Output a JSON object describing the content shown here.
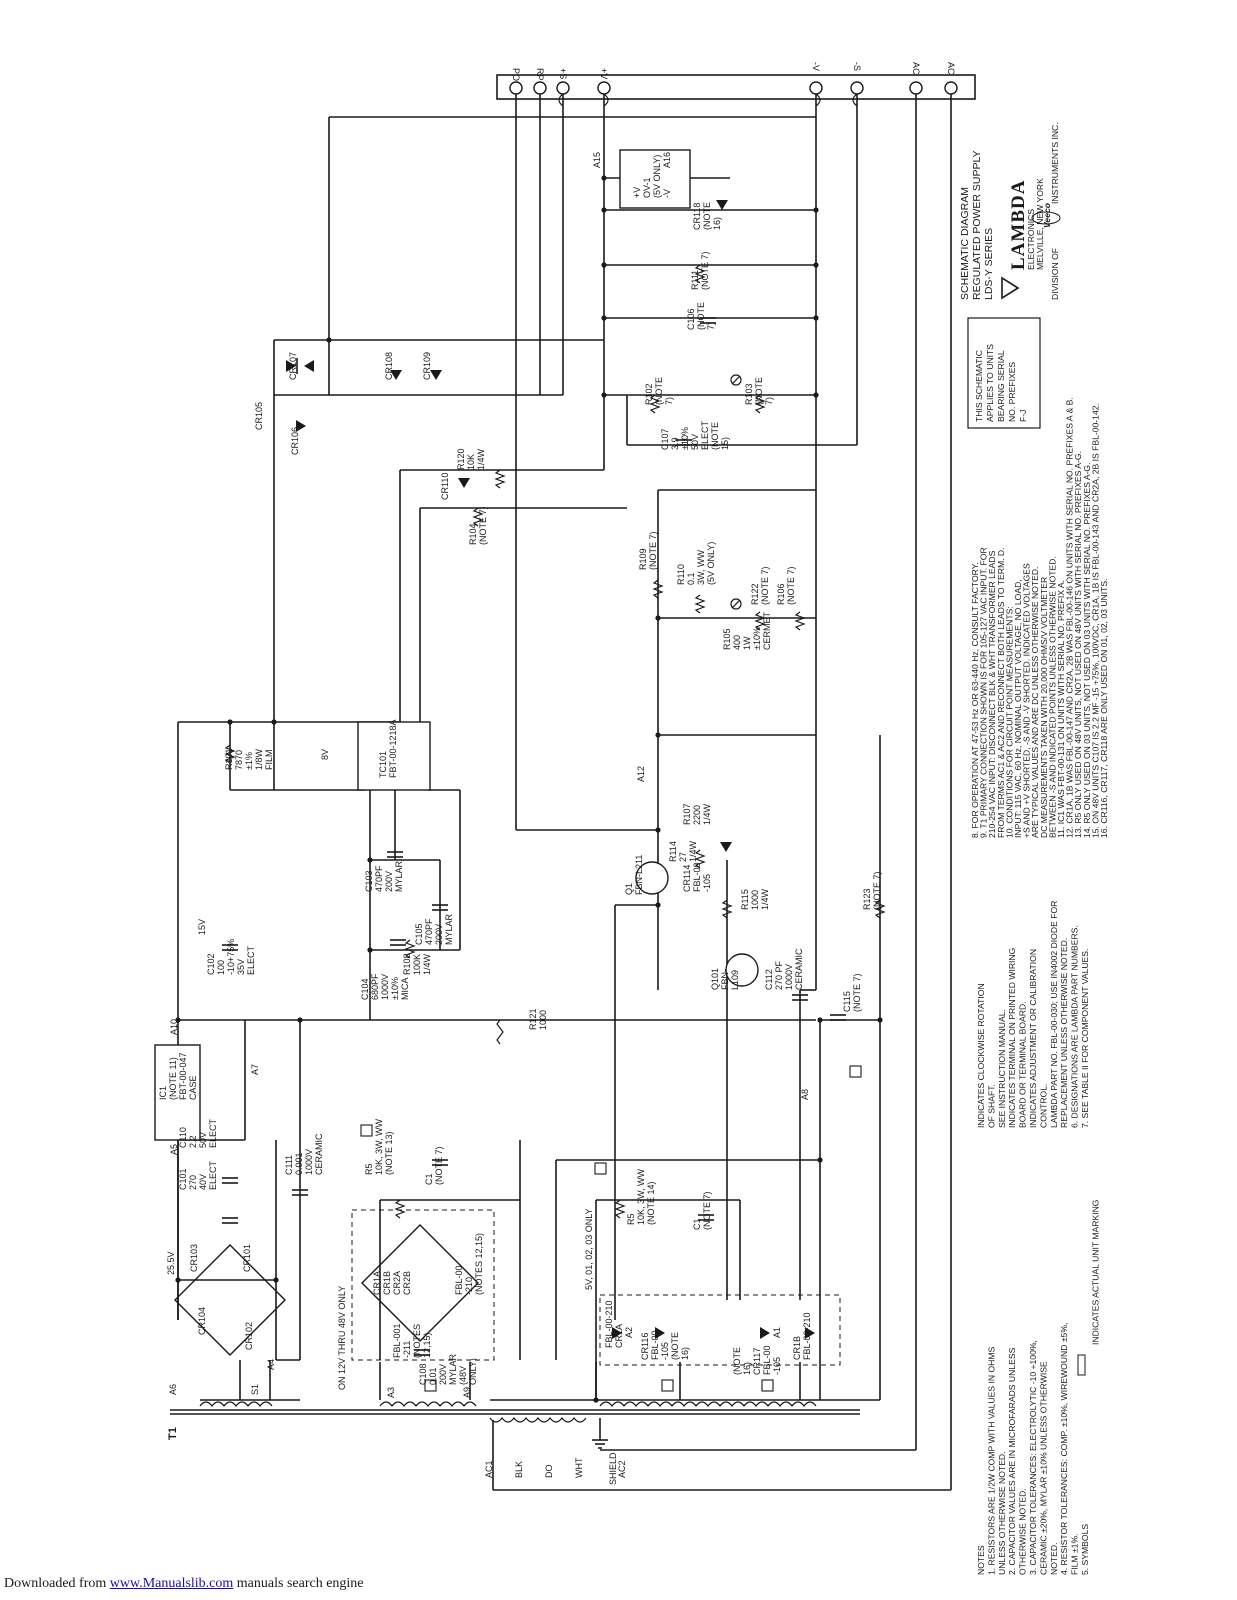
{
  "terminal_strip": {
    "labels": [
      "PO",
      "RP",
      "+S",
      "+V",
      "-V",
      "-S",
      "AC",
      "AC"
    ]
  },
  "ground_label": "SHIELD",
  "transformer": {
    "designator": "T1",
    "leads": [
      "AC1",
      "BLK",
      "DO",
      "WHT",
      "AC2"
    ],
    "tap_labels": [
      "A6",
      "S1",
      "A4"
    ]
  },
  "section_labels": {
    "mid_range": "ON 12V THRU 48V ONLY",
    "low_range": "5V, 01, 02, 03 ONLY"
  },
  "voltages": [
    "25.5V",
    "15V",
    "8V"
  ],
  "components": [
    {
      "id": "cr103",
      "lines": [
        "CR103"
      ]
    },
    {
      "id": "cr101",
      "lines": [
        "CR101"
      ]
    },
    {
      "id": "cr104",
      "lines": [
        "CR104"
      ]
    },
    {
      "id": "cr102",
      "lines": [
        "CR102"
      ]
    },
    {
      "id": "c101",
      "lines": [
        "C101",
        "270",
        "40V",
        "ELECT"
      ]
    },
    {
      "id": "c110",
      "lines": [
        "C110",
        "2.2",
        "50V",
        "ELECT"
      ]
    },
    {
      "id": "c111",
      "lines": [
        "C111",
        "0.001",
        "1000V",
        "CERAMIC"
      ]
    },
    {
      "id": "ic1",
      "lines": [
        "IC1",
        "(NOTE 11)",
        "FBT-00-047",
        "CASE"
      ]
    },
    {
      "id": "a5",
      "lines": [
        "A5"
      ]
    },
    {
      "id": "a7",
      "lines": [
        "A7"
      ]
    },
    {
      "id": "a10",
      "lines": [
        "A10"
      ]
    },
    {
      "id": "c102",
      "lines": [
        "C102",
        "100",
        "-10+75%",
        "35V",
        "ELECT"
      ]
    },
    {
      "id": "c104",
      "lines": [
        "C104",
        "680PF",
        "1000V",
        "±10%",
        "MICA"
      ]
    },
    {
      "id": "r108",
      "lines": [
        "R108",
        "100K",
        "1/4W"
      ]
    },
    {
      "id": "c103",
      "lines": [
        "C103",
        "470PF",
        "200V",
        "MYLAR"
      ]
    },
    {
      "id": "c105",
      "lines": [
        "C105",
        "470PF",
        "200V",
        "MYLAR"
      ]
    },
    {
      "id": "r101",
      "lines": [
        "R101",
        "7870",
        "±1%",
        "1/8W",
        "FILM"
      ]
    },
    {
      "id": "tc101",
      "lines": [
        "TC101",
        "FBT-00-1218A"
      ]
    },
    {
      "id": "q1",
      "lines": [
        "Q1",
        "FBN-L211"
      ]
    },
    {
      "id": "q101",
      "lines": [
        "Q101",
        "FBN-",
        "L109"
      ]
    },
    {
      "id": "cr114",
      "lines": [
        "CR114",
        "FBL-00",
        "-105"
      ]
    },
    {
      "id": "r114",
      "lines": [
        "R114",
        "27",
        "1/4W"
      ]
    },
    {
      "id": "r115",
      "lines": [
        "R115",
        "1000",
        "1/4W"
      ]
    },
    {
      "id": "r107",
      "lines": [
        "R107",
        "2200",
        "1/4W"
      ]
    },
    {
      "id": "a12",
      "lines": [
        "A12"
      ]
    },
    {
      "id": "c112",
      "lines": [
        "C112",
        "270 PF",
        "1000V",
        "CERAMIC"
      ]
    },
    {
      "id": "r121",
      "lines": [
        "R121",
        "1000"
      ]
    },
    {
      "id": "c115",
      "lines": [
        "C115",
        "(NOTE 7)"
      ]
    },
    {
      "id": "r123",
      "lines": [
        "R123",
        "(NOTE 7)"
      ]
    },
    {
      "id": "a8",
      "lines": [
        "A8"
      ]
    },
    {
      "id": "r109",
      "lines": [
        "R109",
        "(NOTE 7)"
      ]
    },
    {
      "id": "r110",
      "lines": [
        "R110",
        "0.1",
        "3W, WW",
        "(5V ONLY)"
      ]
    },
    {
      "id": "r105",
      "lines": [
        "R105",
        "400",
        "1W",
        "±10%",
        "CERMET"
      ]
    },
    {
      "id": "r122",
      "lines": [
        "R122",
        "(NOTE 7)"
      ]
    },
    {
      "id": "r106",
      "lines": [
        "R106",
        "(NOTE 7)"
      ]
    },
    {
      "id": "r104",
      "lines": [
        "R104",
        "(NOTE 7)"
      ]
    },
    {
      "id": "cr110",
      "lines": [
        "CR110"
      ]
    },
    {
      "id": "r120",
      "lines": [
        "R120",
        "10K",
        "1/4W"
      ]
    },
    {
      "id": "c107",
      "lines": [
        "C107",
        "3.9",
        "±10%",
        "50V",
        "ELECT",
        "(NOTE",
        "15)"
      ]
    },
    {
      "id": "r102",
      "lines": [
        "R102",
        "(NOTE",
        "7)"
      ]
    },
    {
      "id": "r103",
      "lines": [
        "R103",
        "(NOTE",
        "7)"
      ]
    },
    {
      "id": "cr106",
      "lines": [
        "CR106"
      ]
    },
    {
      "id": "cr105",
      "lines": [
        "CR105"
      ]
    },
    {
      "id": "cr107",
      "lines": [
        "CR107"
      ]
    },
    {
      "id": "cr108",
      "lines": [
        "CR108"
      ]
    },
    {
      "id": "cr109",
      "lines": [
        "CR109"
      ]
    },
    {
      "id": "c106",
      "lines": [
        "C106",
        "(NOTE",
        "7)"
      ]
    },
    {
      "id": "r111",
      "lines": [
        "R111",
        "(NOTE 7)"
      ]
    },
    {
      "id": "cr118top",
      "lines": [
        "CR118",
        "(NOTE",
        "16)"
      ]
    },
    {
      "id": "a15",
      "lines": [
        "A15"
      ]
    },
    {
      "id": "a16",
      "lines": [
        "A16"
      ]
    },
    {
      "id": "ov1",
      "lines": [
        "+V",
        "OV-1",
        "(5V ONLY)",
        "-V"
      ]
    },
    {
      "id": "r5a",
      "lines": [
        "R5",
        "10K, 3W, WW",
        "(NOTE 13)"
      ]
    },
    {
      "id": "c1a",
      "lines": [
        "C1",
        "(NOTE 7)"
      ]
    },
    {
      "id": "bridge",
      "lines": [
        "CR1A",
        "CR1B",
        "CR2A",
        "CR2B"
      ]
    },
    {
      "id": "fbl001",
      "lines": [
        "FBL-001",
        "-211",
        "(NOTES",
        "12,15)"
      ]
    },
    {
      "id": "fbl00210a",
      "lines": [
        "FBL-00",
        "-210",
        "(NOTES 12,15)"
      ]
    },
    {
      "id": "c108",
      "lines": [
        "C108",
        "0.01",
        "200V",
        "MYLAR",
        "(48V",
        "ONLY)"
      ]
    },
    {
      "id": "a3",
      "lines": [
        "A3"
      ]
    },
    {
      "id": "a9",
      "lines": [
        "A9"
      ]
    },
    {
      "id": "r5b",
      "lines": [
        "R5",
        "10K, 3W, WW",
        "(NOTE 14)"
      ]
    },
    {
      "id": "c1b",
      "lines": [
        "C1",
        "(NOTE 7)"
      ]
    },
    {
      "id": "cr1a_lo",
      "lines": [
        "FBL-00-210",
        "CR1A"
      ]
    },
    {
      "id": "cr116",
      "lines": [
        "CR116",
        "FBL-00",
        "-105",
        "(NOTE",
        "16)"
      ]
    },
    {
      "id": "cr117",
      "lines": [
        "(NOTE",
        "16)",
        "CR117",
        "FBL-00",
        "-105"
      ]
    },
    {
      "id": "cr1b_lo",
      "lines": [
        "CR1B",
        "FBL-00-210"
      ]
    },
    {
      "id": "a2",
      "lines": [
        "A2"
      ]
    },
    {
      "id": "a1",
      "lines": [
        "A1"
      ]
    }
  ],
  "notes_left": {
    "heading": "NOTES",
    "items": [
      "1. RESISTORS ARE 1/2W COMP WITH VALUES IN OHMS",
      "UNLESS OTHERWISE NOTED.",
      "2. CAPACITOR VALUES ARE IN MICROFARADS UNLESS",
      "OTHERWISE NOTED.",
      "3. CAPACITOR TOLERANCES: ELECTROLYTIC -10 +100%,",
      "CERAMIC ±20%, MYLAR ±10% UNLESS OTHERWISE",
      "NOTED.",
      "4. RESISTOR TOLERANCES: COMP. ±10%, WIREWOUND ±5%,",
      "FILM ±1%.",
      "5. SYMBOLS"
    ],
    "symbol_marking": "INDICATES ACTUAL UNIT MARKING"
  },
  "notes_middle": {
    "items": [
      "INDICATES CLOCKWISE ROTATION",
      "OF SHAFT.",
      "SEE INSTRUCTION MANUAL.",
      "INDICATES TERMINAL ON PRINTED WIRING",
      "BOARD OR TERMINAL BOARD.",
      "INDICATES ADJUSTMENT OR CALIBRATION",
      "CONTROL.",
      "LAMBDA PART NO. FBL-00-030; USE IN4002 DIODE FOR",
      "REPLACEMENT UNLESS OTHERWISE NOTED.",
      "6. DESIGNATIONS ARE LAMBDA PART NUMBERS.",
      "7. SEE TABLE II FOR COMPONENT VALUES."
    ]
  },
  "notes_right": {
    "items": [
      "8. FOR OPERATION AT 47-53 Hz OR 63-440 Hz, CONSULT FACTORY.",
      "9. T1 PRIMARY CONNECTION SHOWN IS FOR 105-127 VAC INPUT. FOR",
      "210-254 VAC INPUT: DISCONNECT BLK & WHT TRANSFORMER LEADS",
      "FROM TERMS AC1 & AC2 AND RECONNECT BOTH LEADS TO TERM. D.",
      "10. CONDITIONS FOR CIRCUIT POINT MEASUREMENTS:",
      "INPUT: 115 VAC, 60 Hz, NOMINAL OUTPUT VOLTAGE, NO LOAD,",
      "+S AND +V SHORTED, -S AND -V SHORTED. INDICATED VOLTAGES",
      "ARE TYPICAL VALUES AND ARE DC UNLESS OTHERWISE NOTED.",
      "DC MEASUREMENTS TAKEN WITH 20,000 OHMS/V VOLTMETER",
      "BETWEEN -S AND INDICATED POINTS UNLESS OTHERWISE NOTED.",
      "11. IC1 WAS FBT-00-131 ON UNITS WITH SERIAL NO. PREFIX A.",
      "12. CR1A, 1B WAS FBL-00-147 AND CR2A, 2B WAS FBL-00-146 ON UNITS WITH SERIAL NO. PREFIXES A & B.",
      "13. R5 ONLY USED ON 48V UNITS, NOT USED ON 48V UNITS WITH SERIAL NO. PREFIXES A-G.",
      "14. R5 ONLY USED ON 03 UNITS, NOT USED ON 03 UNITS WITH SERIAL NO. PREFIXES A-G.",
      "15. ON 48V UNITS C107 IS 2.2 MF -15 +75%, 100VDC, CR1A, 1B IS FBL-00-143 AND CR2A, 2B IS FBL-00-142.",
      "16. CR116, CR117, CR118 ARE ONLY USED ON 01, 02, 03 UNITS."
    ]
  },
  "applicability_box": [
    "THIS SCHEMATIC",
    "APPLIES TO UNITS",
    "BEARING SERIAL",
    "NO. PREFIXES",
    "F-J"
  ],
  "title_block": {
    "lines": [
      "SCHEMATIC DIAGRAM",
      "REGULATED POWER SUPPLY",
      "LDS-Y SERIES"
    ],
    "brand": "LAMBDA",
    "company": [
      "ELECTRONICS",
      "MELVILLE, NEW YORK"
    ],
    "division_prefix": "DIVISION OF",
    "division_mark": "Veeco",
    "division_suffix": "INSTRUMENTS INC."
  },
  "footer": {
    "prefix": "Downloaded from ",
    "link": "www.Manualslib.com",
    "suffix": " manuals search engine"
  }
}
